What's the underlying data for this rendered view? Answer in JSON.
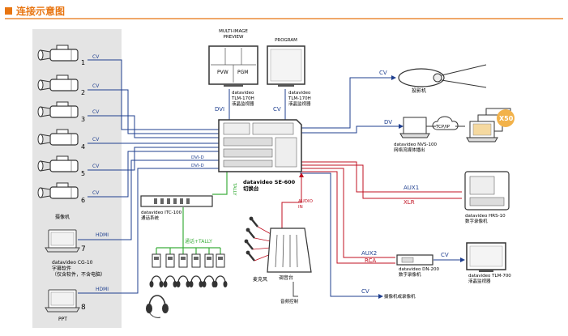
{
  "header": {
    "title": "连接示意图",
    "accent_color": "#e87511"
  },
  "colors": {
    "cv": "#1f3f8f",
    "dvi": "#1f3f8f",
    "aux": "#c01020",
    "tally": "#3cae3c",
    "audio": "#c01020",
    "device": "#444444",
    "panel_bg": "#e4e4e4"
  },
  "cameras": {
    "numbers": [
      "1",
      "2",
      "3",
      "4",
      "5",
      "6"
    ],
    "cv_label": "CV",
    "caption": "摄像机"
  },
  "pcs": [
    {
      "number": "7",
      "link": "HDMI",
      "caption": "datavideo CG-10\n字幕软件\n（仅含软件，不含电脑）"
    },
    {
      "number": "8",
      "link": "HDMI",
      "caption": "PPT"
    }
  ],
  "monitors": {
    "multi_title": "MULTI-IMAGE\nPREVIEW",
    "program_title": "PROGRAM",
    "pvw": "PVW",
    "pgm": "PGM",
    "multi_caption": "datavideo\nTLM-170H\n液晶监视器",
    "program_caption": "datavideo\nTLM-170H\n液晶监视器",
    "dvi_link": "DVI",
    "cv_link": "CV"
  },
  "switcher": {
    "caption": "datavideo SE-600\n切换台",
    "dvi_d_1": "DVI-D",
    "dvi_d_2": "DVI-D"
  },
  "intercom": {
    "caption": "datavideo ITC-100\n通话系统",
    "tally": "TALLY",
    "bus": "通话+TALLY"
  },
  "audio": {
    "mic_caption": "麦克风",
    "mixer_caption": "调音台",
    "in": "AUDIO\nIN",
    "control": "音频控制"
  },
  "outputs": {
    "projector_cv": "CV",
    "projector_caption": "投影机",
    "dv": "DV",
    "streaming_caption": "datavideo NVS-100\n网络流媒体播出",
    "tcpip": "TCP/IP",
    "x50": "X50",
    "aux1": "AUX1",
    "xlr": "XLR",
    "hrs_caption": "datavideo HRS-10\n数字录像机",
    "aux2": "AUX2",
    "rca": "RCA",
    "dn_cv": "CV",
    "dn_caption": "datavideo DN-200\n数字录像机",
    "tlm_caption": "datavideo TLM-700\n液晶监视器",
    "recorder_cv": "CV",
    "recorder_caption": "摄像机或录像机"
  }
}
